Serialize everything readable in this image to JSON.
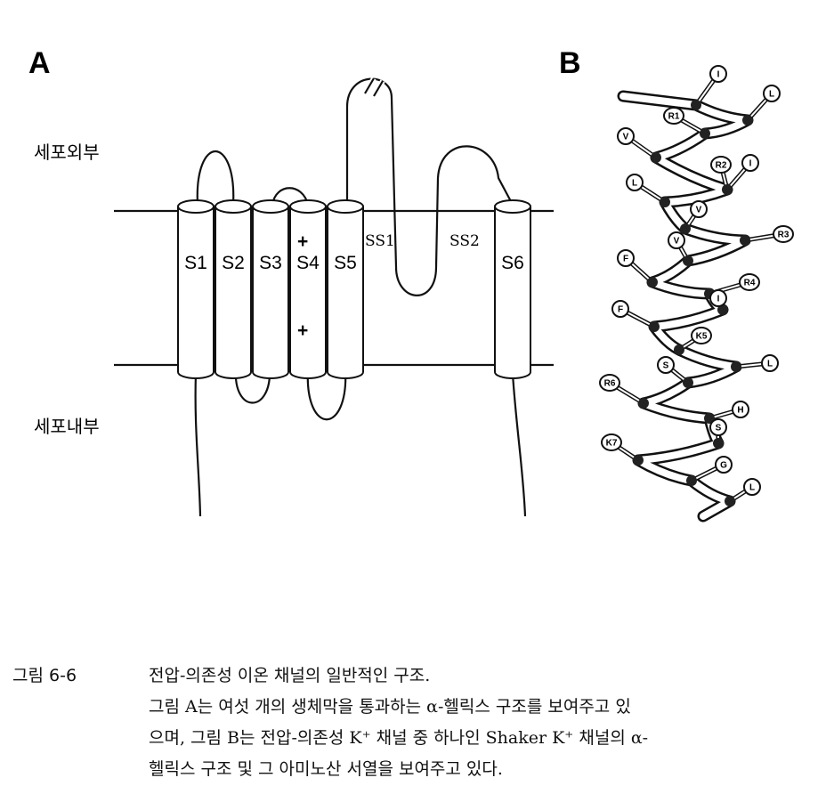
{
  "panel_a": {
    "letter": "A",
    "outside_label": "세포외부",
    "inside_label": "세포내부",
    "segments": [
      "S1",
      "S2",
      "S3",
      "S4",
      "S5",
      "S6"
    ],
    "pore_labels": [
      "SS1",
      "SS2"
    ],
    "charge_symbols": [
      "+",
      "+"
    ],
    "break_mark": "//"
  },
  "panel_b": {
    "letter": "B",
    "residues": [
      "I",
      "L",
      "R1",
      "V",
      "R2",
      "I",
      "L",
      "V",
      "R3",
      "V",
      "F",
      "R4",
      "I",
      "F",
      "K5",
      "L",
      "S",
      "R6",
      "H",
      "S",
      "K7",
      "G",
      "L"
    ]
  },
  "caption": {
    "number": "그림 6-6",
    "title": "전압-의존성 이온 채널의 일반적인 구조.",
    "lines": [
      "그림 A는 여섯 개의 생체막을 통과하는 α-헬릭스 구조를 보여주고 있",
      "으며, 그림 B는 전압-의존성 K⁺ 채널 중 하나인 Shaker K⁺ 채널의 α-",
      "헬릭스 구조 및 그 아미노산 서열을 보여주고 있다."
    ]
  }
}
